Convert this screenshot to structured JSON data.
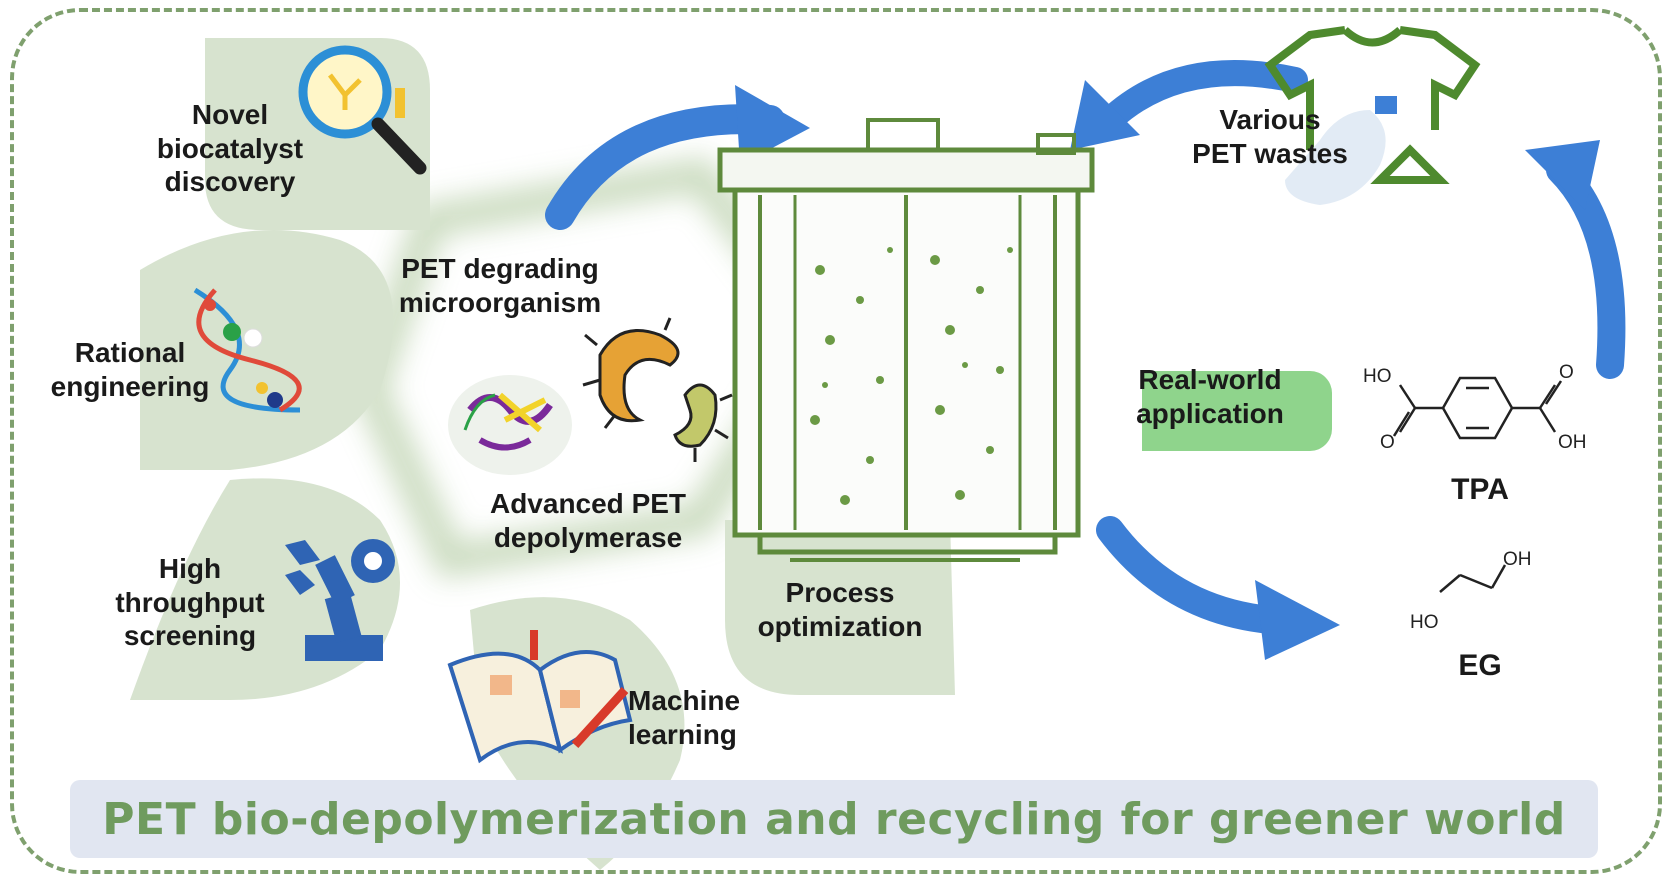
{
  "banner": {
    "text": "PET bio-depolymerization and  recycling for greener world"
  },
  "labels": {
    "biocatalyst_discovery": "Novel\nbiocatalyst\ndiscovery",
    "rational_engineering": "Rational\nengineering",
    "high_throughput": "High\nthroughput\nscreening",
    "machine_learning": "Machine\nlearning",
    "pet_microorganism": "PET degrading\nmicroorganism",
    "advanced_depolymerase": "Advanced PET\ndepolymerase",
    "process_optimization": "Process\noptimization",
    "pet_wastes": "Various\nPET wastes",
    "real_world": "Real-world\napplication"
  },
  "chemicals": {
    "tpa": {
      "name": "TPA",
      "group_left": "HO",
      "group_right": "OH",
      "oxygen": "O"
    },
    "eg": {
      "name": "EG",
      "group_top": "OH",
      "group_bottom": "HO"
    }
  },
  "colors": {
    "leaf": "#d7e3cf",
    "arrow": "#3d7fd6",
    "reactor": "#5e8a3c",
    "banner_text": "#6f9b5e",
    "banner_bg": "#e1e6f1",
    "real_world_box": "#8fd48c"
  }
}
